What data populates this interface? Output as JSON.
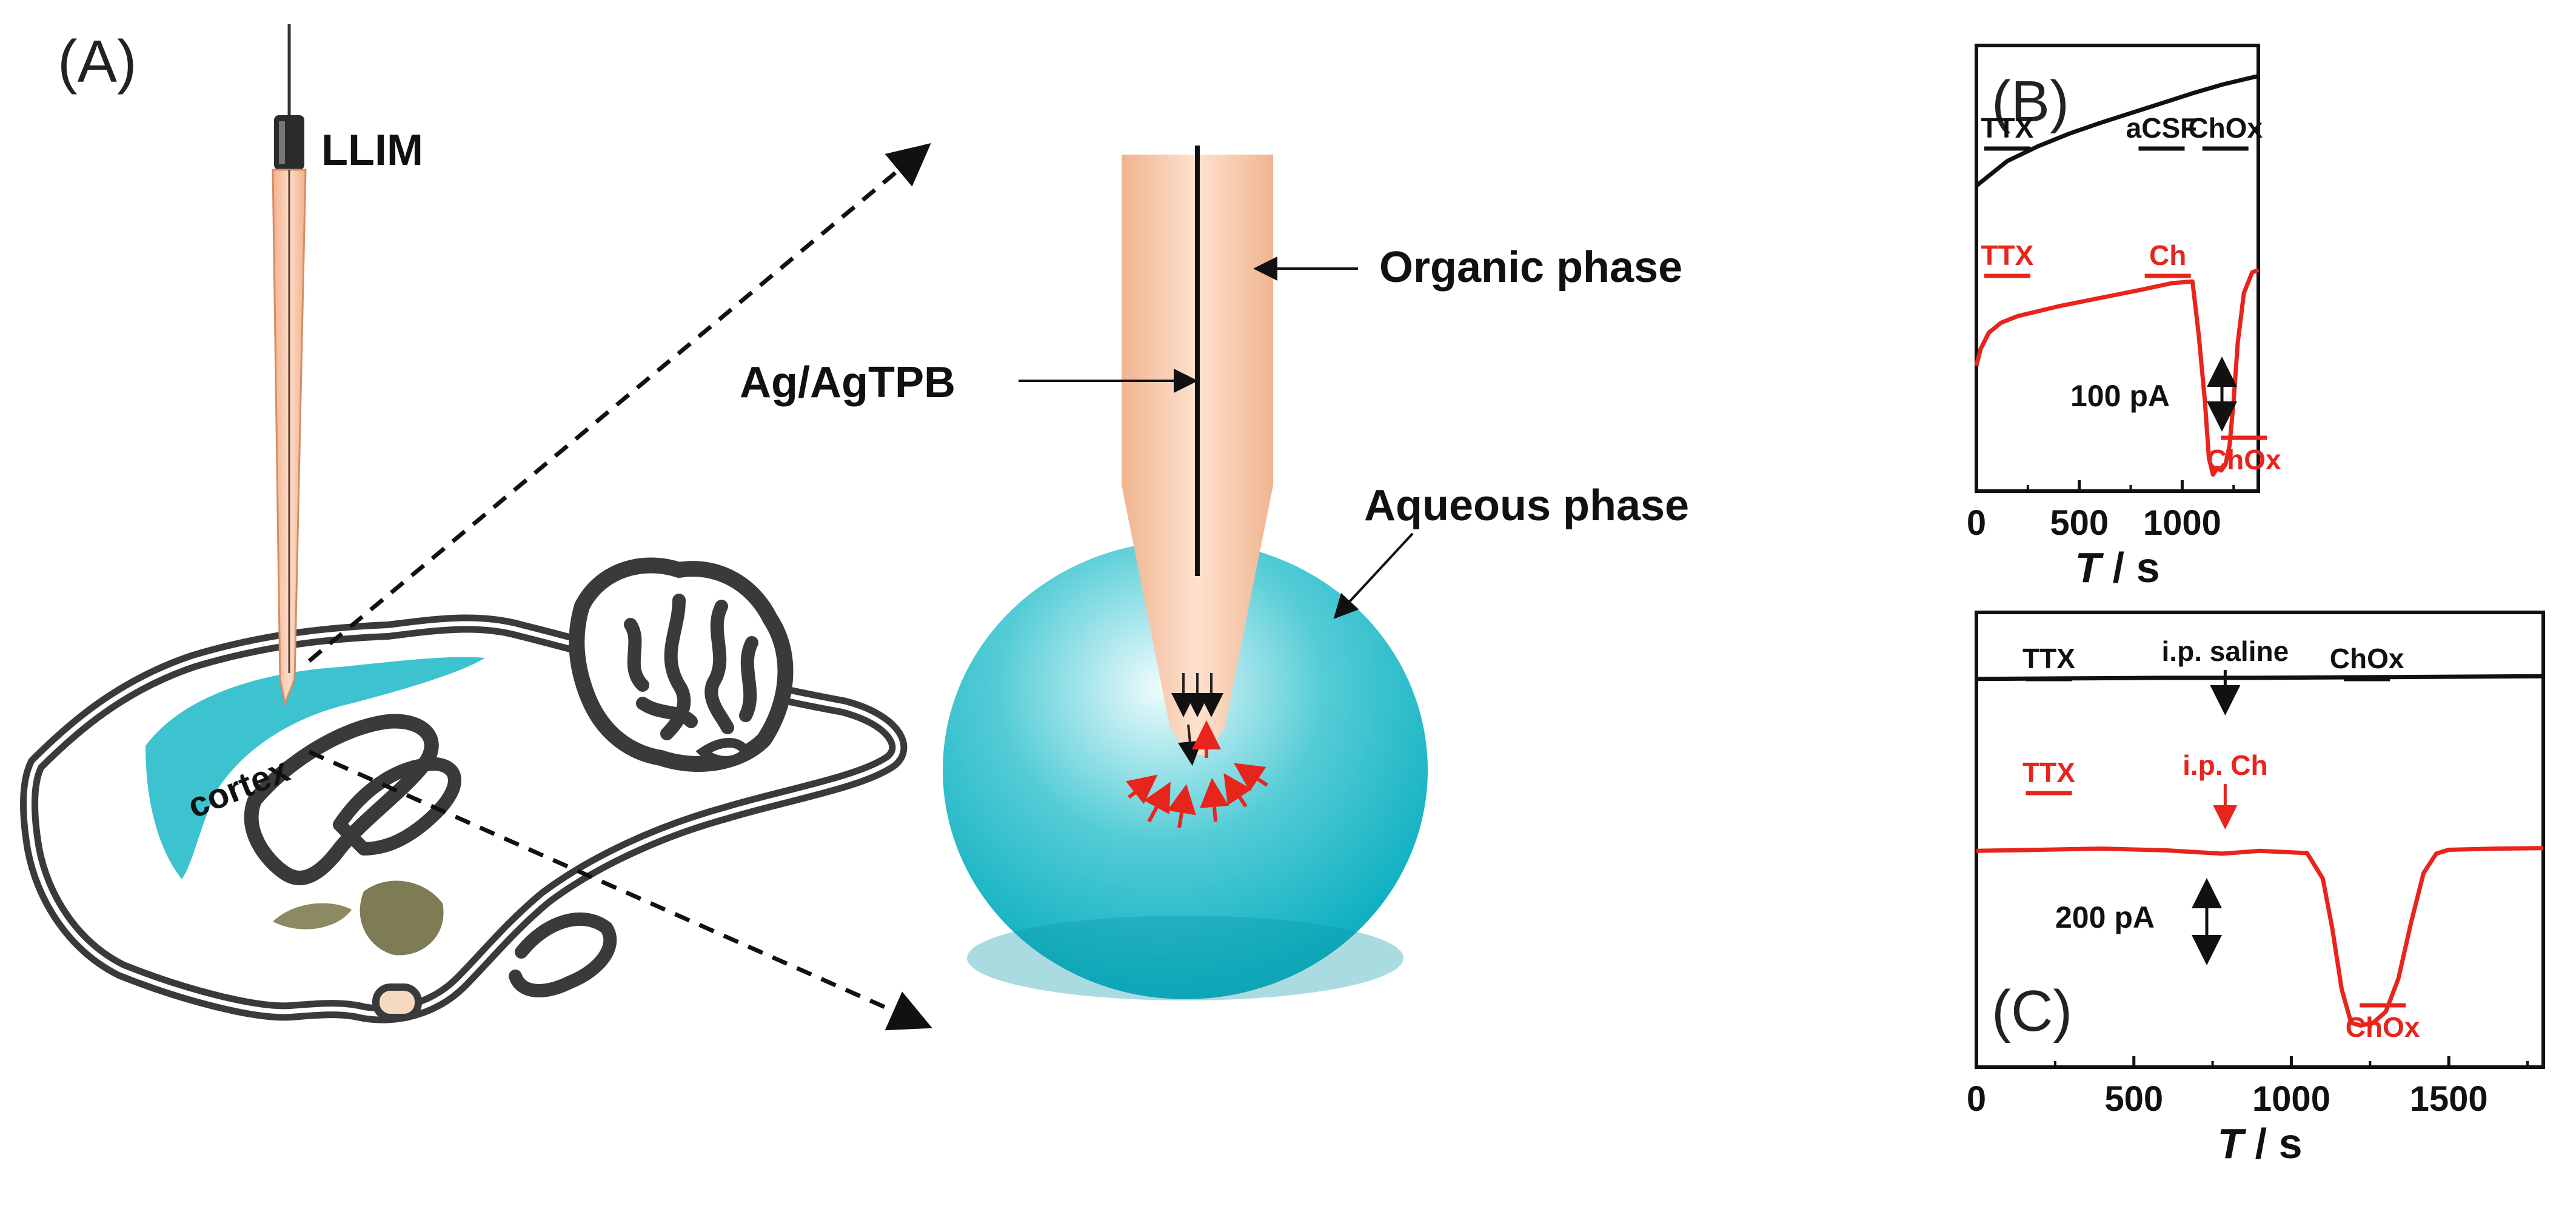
{
  "panel_a": {
    "label": "(A)",
    "llim": "LLIM",
    "organic_phase": "Organic phase",
    "ag_agtpb": "Ag/AgTPB",
    "aqueous_phase": "Aqueous phase",
    "cortex": "cortex"
  },
  "chart_data": [
    {
      "type": "line",
      "panel_label": "(B)",
      "xlabel_italic": "T",
      "xlabel_rest": " / s",
      "ylabel": "",
      "xlim": [
        0,
        1370
      ],
      "xticks": [
        0,
        500,
        1000
      ],
      "scale_bar": "100 pA",
      "series": [
        {
          "color": "#111111",
          "x": [
            0,
            150,
            300,
            450,
            600,
            750,
            900,
            1050,
            1200,
            1370
          ],
          "y": [
            -30,
            0,
            18,
            33,
            46,
            58,
            70,
            82,
            93,
            103
          ]
        },
        {
          "color": "#e8241c",
          "x": [
            0,
            20,
            60,
            120,
            200,
            400,
            600,
            800,
            950,
            1050,
            1080,
            1110,
            1130,
            1150,
            1170,
            1190,
            1210,
            1230,
            1250,
            1270,
            1300,
            1340,
            1370
          ],
          "y": [
            -248,
            -228,
            -208,
            -196,
            -188,
            -176,
            -166,
            -156,
            -148,
            -146,
            -210,
            -290,
            -360,
            -380,
            -372,
            -375,
            -368,
            -345,
            -290,
            -220,
            -160,
            -135,
            -132
          ]
        }
      ],
      "annotations_black": [
        {
          "text": "TTX",
          "x": 150
        },
        {
          "text": "aCSF",
          "x": 900
        },
        {
          "text": "ChOx",
          "x": 1210
        }
      ],
      "annotations_red": [
        {
          "text": "TTX",
          "x": 150
        },
        {
          "text": "Ch",
          "x": 930
        },
        {
          "text": "ChOx",
          "x": 1300
        }
      ]
    },
    {
      "type": "line",
      "panel_label": "(C)",
      "xlabel_italic": "T",
      "xlabel_rest": " / s",
      "ylabel": "",
      "xlim": [
        0,
        1800
      ],
      "xticks": [
        0,
        500,
        1000,
        1500
      ],
      "scale_bar": "200 pA",
      "series": [
        {
          "color": "#111111",
          "x": [
            0,
            300,
            600,
            900,
            1200,
            1500,
            1800
          ],
          "y": [
            0,
            1,
            2,
            2,
            3,
            4,
            5
          ]
        },
        {
          "color": "#e8241c",
          "x": [
            0,
            200,
            400,
            600,
            780,
            900,
            1050,
            1100,
            1130,
            1160,
            1190,
            1220,
            1260,
            1300,
            1340,
            1380,
            1420,
            1460,
            1500,
            1650,
            1800
          ],
          "y": [
            -310,
            -308,
            -306,
            -309,
            -315,
            -310,
            -314,
            -360,
            -450,
            -560,
            -620,
            -625,
            -620,
            -600,
            -540,
            -440,
            -350,
            -315,
            -308,
            -306,
            -305
          ]
        }
      ],
      "annotations_black": [
        {
          "text": "TTX",
          "x": 230
        },
        {
          "text": "i.p. saline",
          "x": 790
        },
        {
          "text": "ChOx",
          "x": 1240
        }
      ],
      "annotations_red": [
        {
          "text": "TTX",
          "x": 230
        },
        {
          "text": "i.p. Ch",
          "x": 790
        },
        {
          "text": "ChOx",
          "x": 1290
        }
      ]
    }
  ]
}
